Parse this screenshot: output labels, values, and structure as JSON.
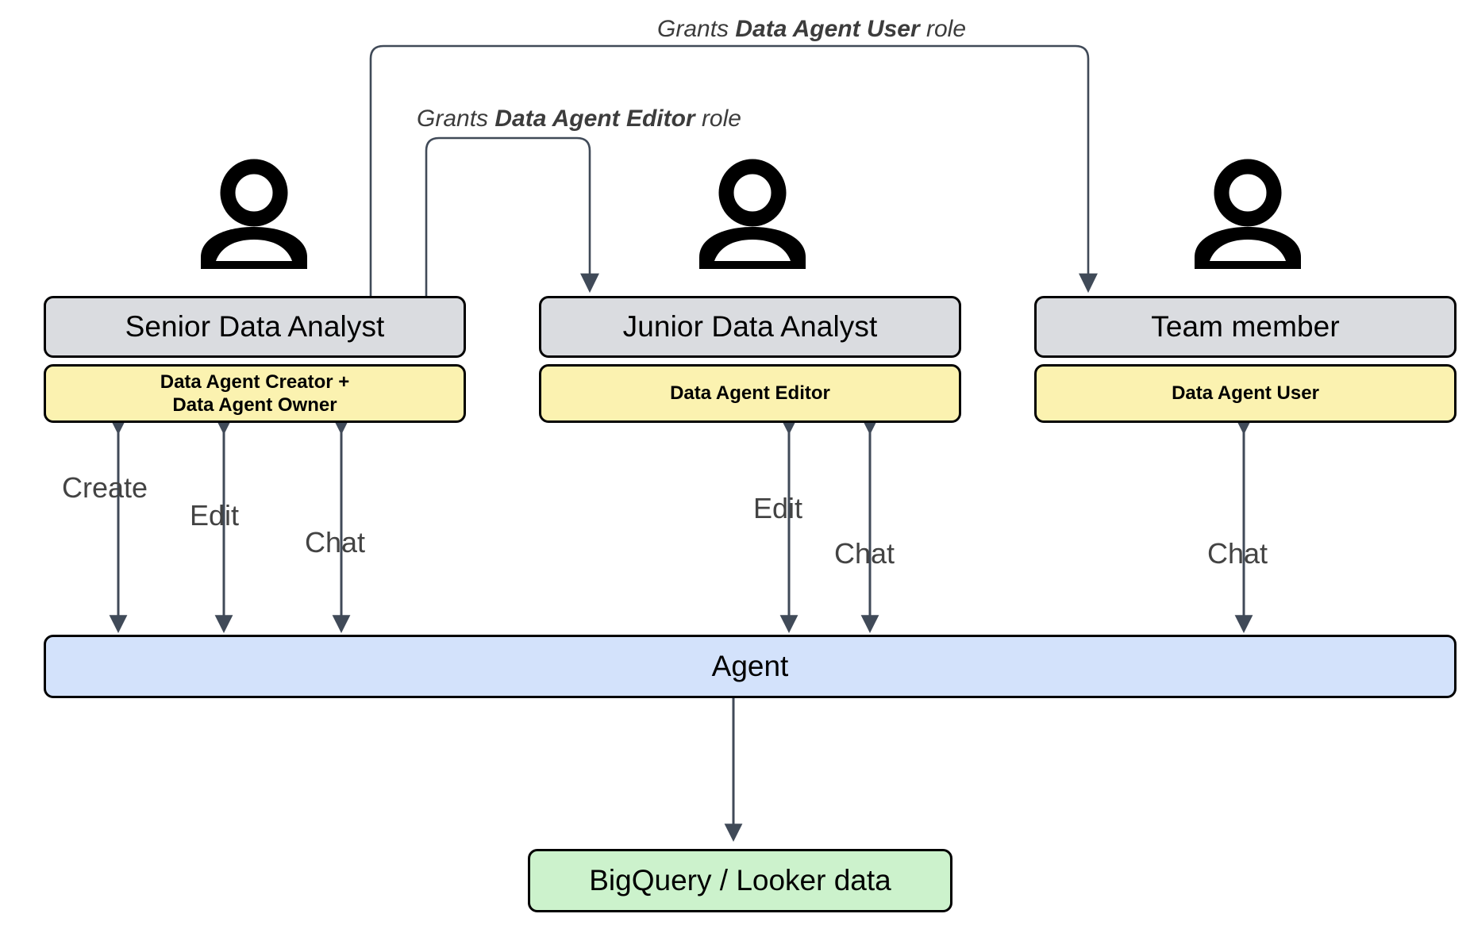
{
  "diagram": {
    "title": "Data Agent roles and access diagram",
    "colors": {
      "persona_title_fill": "#dadce0",
      "persona_role_fill": "#fbf2b0",
      "agent_fill": "#d3e2fb",
      "data_fill": "#ccf2cc",
      "stroke": "#000000",
      "connector": "#404a58",
      "label_text": "#434343",
      "background": "#ffffff"
    }
  },
  "personas": [
    {
      "id": "senior-data-analyst",
      "title": "Senior Data Analyst",
      "role_line1": "Data Agent Creator +",
      "role_line2": "Data Agent Owner",
      "icon": "person-icon"
    },
    {
      "id": "junior-data-analyst",
      "title": "Junior Data Analyst",
      "role_line1": "Data Agent Editor",
      "role_line2": "",
      "icon": "person-icon"
    },
    {
      "id": "team-member",
      "title": "Team member",
      "role_line1": "Data Agent User",
      "role_line2": "",
      "icon": "person-icon"
    }
  ],
  "grant_edges": [
    {
      "id": "grants-data-agent-user",
      "prefix": "Grants ",
      "role": "Data Agent User",
      "suffix": " role",
      "from": "senior-data-analyst",
      "to": "team-member"
    },
    {
      "id": "grants-data-agent-editor",
      "prefix": "Grants ",
      "role": "Data Agent Editor",
      "suffix": " role",
      "from": "senior-data-analyst",
      "to": "junior-data-analyst"
    }
  ],
  "action_edges": [
    {
      "id": "senior-create",
      "label": "Create",
      "from": "senior-data-analyst",
      "to": "agent"
    },
    {
      "id": "senior-edit",
      "label": "Edit",
      "from": "senior-data-analyst",
      "to": "agent"
    },
    {
      "id": "senior-chat",
      "label": "Chat",
      "from": "senior-data-analyst",
      "to": "agent"
    },
    {
      "id": "junior-edit",
      "label": "Edit",
      "from": "junior-data-analyst",
      "to": "agent"
    },
    {
      "id": "junior-chat",
      "label": "Chat",
      "from": "junior-data-analyst",
      "to": "agent"
    },
    {
      "id": "team-chat",
      "label": "Chat",
      "from": "team-member",
      "to": "agent"
    }
  ],
  "agent": {
    "label": "Agent"
  },
  "datasource": {
    "label": "BigQuery / Looker data"
  }
}
